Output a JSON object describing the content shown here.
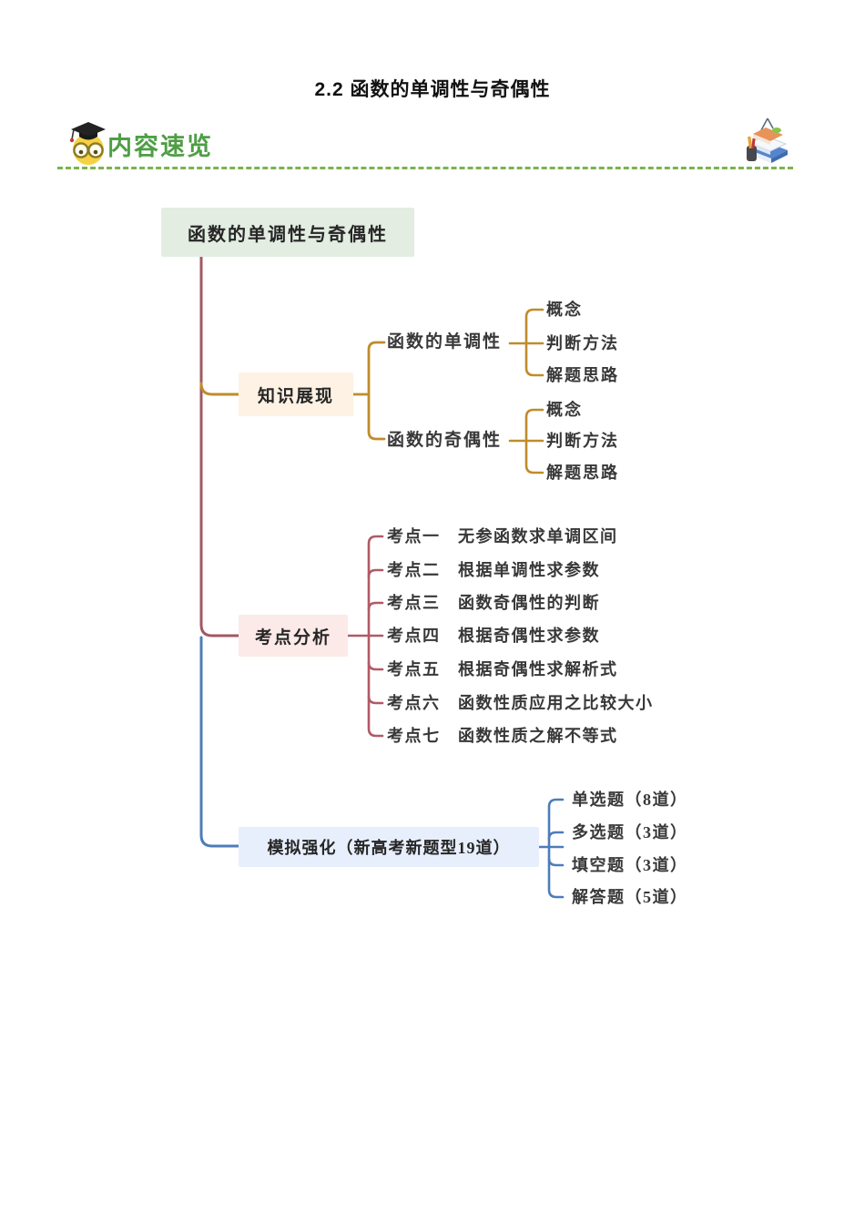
{
  "page_title": "2.2 函数的单调性与奇偶性",
  "section_header": {
    "label": "内容速览",
    "label_color": "#4f9e45",
    "divider_color": "#7cb34e"
  },
  "mindmap": {
    "root": "函数的单调性与奇偶性",
    "branches": [
      {
        "label": "知识展现",
        "branch_color": "#c08c2b",
        "node_bg": "#fdf2e4",
        "children": [
          {
            "label": "函数的单调性",
            "children": [
              "概念",
              "判断方法",
              "解题思路"
            ]
          },
          {
            "label": "函数的奇偶性",
            "children": [
              "概念",
              "判断方法",
              "解题思路"
            ]
          }
        ]
      },
      {
        "label": "考点分析",
        "branch_color": "#b05a65",
        "node_bg": "#fceae8",
        "children": [
          "考点一　无参函数求单调区间",
          "考点二　根据单调性求参数",
          "考点三　函数奇偶性的判断",
          "考点四　根据奇偶性求参数",
          "考点五　根据奇偶性求解析式",
          "考点六　函数性质应用之比较大小",
          "考点七　函数性质之解不等式"
        ]
      },
      {
        "label": "模拟强化（新高考新题型19道）",
        "branch_color": "#4d7cba",
        "node_bg": "#e8effc",
        "children": [
          "单选题（8道）",
          "多选题（3道）",
          "填空题（3道）",
          "解答题（5道）"
        ]
      }
    ],
    "trunk_color": "#a15862",
    "root_bg": "#e3ede2"
  }
}
